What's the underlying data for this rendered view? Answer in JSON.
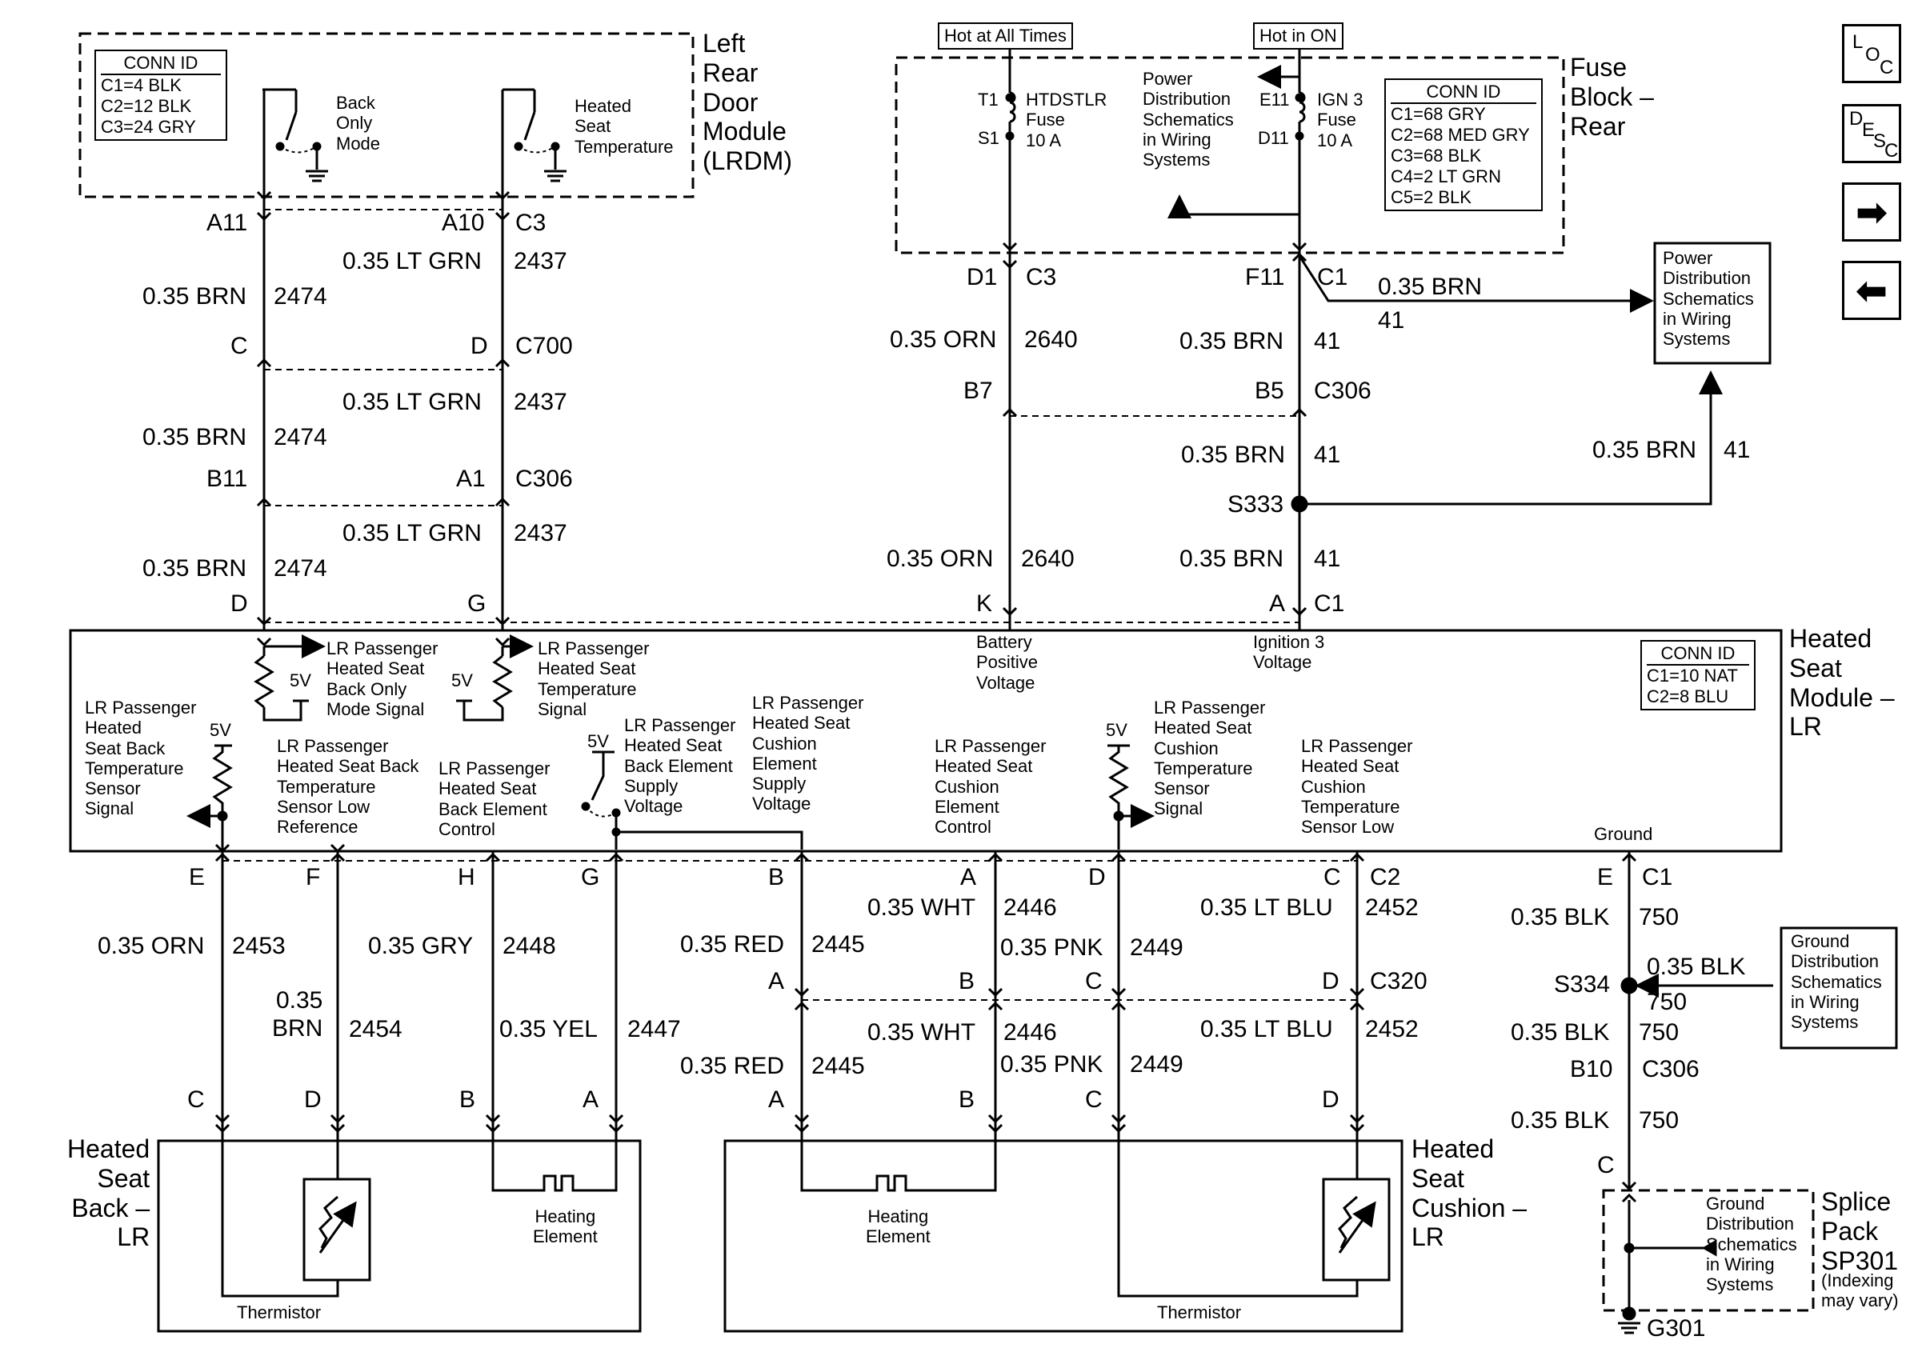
{
  "nav": {
    "loc": [
      "L",
      "O",
      "C"
    ],
    "desc": [
      "D",
      "E",
      "S",
      "C"
    ]
  },
  "lrdm": {
    "title": "Left\nRear\nDoor\nModule\n(LRDM)",
    "conn_title": "CONN ID",
    "conn_lines": "C1=4 BLK\nC2=12 BLK\nC3=24 GRY",
    "sw1": "Back\nOnly\nMode",
    "sw2": "Heated\nSeat\nTemperature"
  },
  "fuse": {
    "hot_all": "Hot at All Times",
    "hot_on": "Hot in ON",
    "title": "Fuse\nBlock –\nRear",
    "t1": "T1",
    "s1": "S1",
    "htd": "HTDSTLR\nFuse\n10 A",
    "pds": "Power\nDistribution\nSchematics\nin Wiring\nSystems",
    "e11": "E11",
    "d11": "D11",
    "ign": "IGN 3\nFuse\n10 A",
    "conn_title": "CONN ID",
    "conn_lines": "C1=68 GRY\nC2=68 MED GRY\nC3=68 BLK\nC4=2 LT GRN\nC5=2 BLK"
  },
  "pds_box": "Power\nDistribution\nSchematics\nin Wiring\nSystems",
  "left_wires": {
    "a11": "A11",
    "a10": "A10",
    "c3": "C3",
    "w2437a": "0.35 LT GRN",
    "n2437a": "2437",
    "w2474a": "0.35 BRN",
    "n2474a": "2474",
    "c": "C",
    "d": "D",
    "c700": "C700",
    "w2437b": "0.35 LT GRN",
    "n2437b": "2437",
    "w2474b": "0.35 BRN",
    "n2474b": "2474",
    "b11": "B11",
    "a1": "A1",
    "c306": "C306",
    "w2437c": "0.35 LT GRN",
    "n2437c": "2437",
    "w2474c": "0.35 BRN",
    "n2474c": "2474",
    "d2": "D",
    "g": "G"
  },
  "mid_wires": {
    "d1": "D1",
    "c3": "C3",
    "f11": "F11",
    "c1": "C1",
    "brn41_label": "0.35 BRN",
    "brn41_num": "41",
    "orn_a": "0.35 ORN",
    "n2640a": "2640",
    "brn_a": "0.35 BRN",
    "n41a": "41",
    "b7": "B7",
    "b5": "B5",
    "c306": "C306",
    "brn_b": "0.35 BRN",
    "n41b": "41",
    "s333": "S333",
    "brn_r": "0.35 BRN",
    "n41r": "41",
    "orn_b": "0.35 ORN",
    "n2640b": "2640",
    "brn_c": "0.35 BRN",
    "n41c": "41",
    "k": "K",
    "a": "A",
    "c1b": "C1"
  },
  "module": {
    "title": "Heated\nSeat\nModule –\nLR",
    "conn_title": "CONN ID",
    "conn_lines": "C1=10 NAT\nC2=8 BLU",
    "back_only": "LR Passenger\nHeated Seat\nBack Only\nMode Signal",
    "temp_sig": "LR Passenger\nHeated Seat\nTemperature\nSignal",
    "batt": "Battery\nPositive\nVoltage",
    "ign3": "Ignition 3\nVoltage",
    "back_temp": "LR Passenger\nHeated\nSeat Back\nTemperature\nSensor\nSignal",
    "back_low": "LR Passenger\nHeated Seat Back\nTemperature\nSensor Low\nReference",
    "back_ctrl": "LR Passenger\nHeated Seat\nBack Element\nControl",
    "back_supply": "LR Passenger\nHeated Seat\nBack Element\nSupply\nVoltage",
    "cush_supply": "LR Passenger\nHeated Seat\nCushion\nElement\nSupply\nVoltage",
    "cush_ctrl": "LR Passenger\nHeated Seat\nCushion\nElement\nControl",
    "cush_temp": "LR Passenger\nHeated Seat\nCushion\nTemperature\nSensor\nSignal",
    "cush_low": "LR Passenger\nHeated Seat\nCushion\nTemperature\nSensor Low",
    "ground": "Ground",
    "v5": "5V"
  },
  "bottom": {
    "e": "E",
    "f": "F",
    "h": "H",
    "g": "G",
    "b": "B",
    "a": "A",
    "d": "D",
    "c": "C",
    "c2": "C2",
    "orn": "0.35 ORN",
    "n2453": "2453",
    "gry": "0.35 GRY",
    "n2448": "2448",
    "brn": "0.35\nBRN",
    "n2454": "2454",
    "yel": "0.35 YEL",
    "n2447": "2447",
    "red1": "0.35 RED",
    "n2445a": "2445",
    "wht1": "0.35 WHT",
    "n2446a": "2446",
    "pnk1": "0.35 PNK",
    "n2449a": "2449",
    "ltblu1": "0.35 LT BLU",
    "n2452a": "2452",
    "a2": "A",
    "b2": "B",
    "c3": "C",
    "d3": "D",
    "c320": "C320",
    "wht2": "0.35 WHT",
    "n2446b": "2446",
    "ltblu2": "0.35 LT BLU",
    "n2452b": "2452",
    "red2": "0.35 RED",
    "n2445b": "2445",
    "pnk2": "0.35 PNK",
    "n2449b": "2449",
    "cc": "C",
    "dd": "D",
    "bb": "B",
    "aa": "A",
    "a4": "A",
    "b4": "B",
    "c4": "C",
    "d4": "D"
  },
  "ground": {
    "e": "E",
    "c1": "C1",
    "blk1": "0.35 BLK",
    "n750a": "750",
    "s334": "S334",
    "blk_r": "0.35 BLK",
    "n750r": "750",
    "blk2": "0.35 BLK",
    "n750b": "750",
    "b10": "B10",
    "c306": "C306",
    "blk3": "0.35 BLK",
    "n750c": "750",
    "c": "C",
    "gds_box": "Ground\nDistribution\nSchematics\nin Wiring\nSystems",
    "gds_sp": "Ground\nDistribution\nSchematics\nin Wiring\nSystems",
    "sp_title": "Splice\nPack\nSP301",
    "sp_note": "(Indexing\nmay vary)",
    "g301": "G301"
  },
  "components": {
    "back_title": "Heated\nSeat\nBack –\nLR",
    "back_heat": "Heating\nElement",
    "back_therm": "Thermistor",
    "cush_title": "Heated\nSeat\nCushion –\nLR",
    "cush_heat": "Heating\nElement",
    "cush_therm": "Thermistor"
  }
}
